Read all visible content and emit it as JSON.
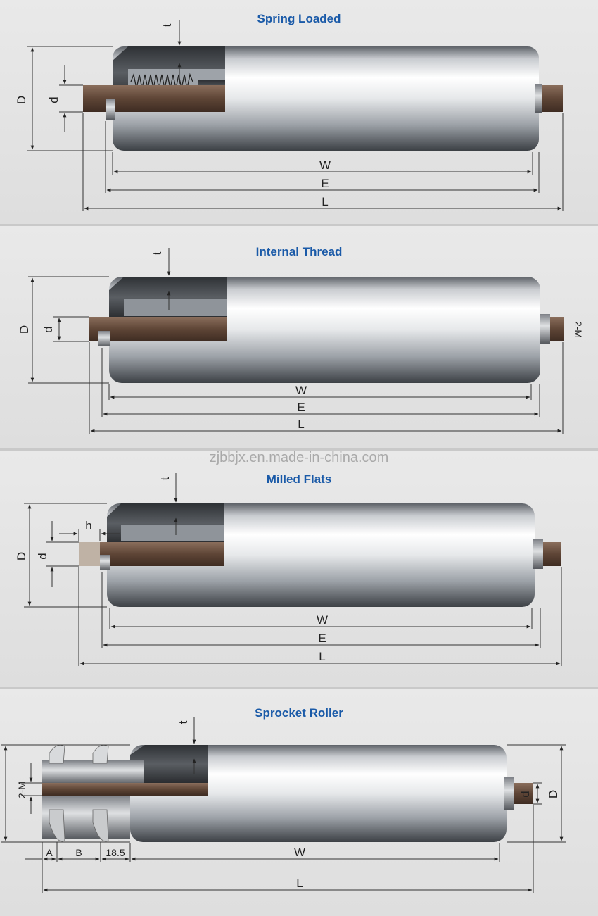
{
  "panels": [
    {
      "title": "Spring Loaded",
      "labels": {
        "t": "t",
        "D": "D",
        "d": "d",
        "W": "W",
        "E": "E",
        "L": "L"
      }
    },
    {
      "title": "Internal Thread",
      "labels": {
        "t": "t",
        "D": "D",
        "d": "d",
        "W": "W",
        "E": "E",
        "L": "L",
        "M": "2-M"
      }
    },
    {
      "title": "Milled Flats",
      "labels": {
        "t": "t",
        "D": "D",
        "d": "d",
        "h": "h",
        "W": "W",
        "E": "E",
        "L": "L"
      }
    },
    {
      "title": "Sprocket Roller",
      "labels": {
        "t": "t",
        "M": "2-M",
        "d": "d",
        "D": "D",
        "A": "A",
        "B": "B",
        "offset": "18.5",
        "W": "W",
        "L": "L"
      }
    }
  ],
  "watermark": "zjbbjx.en.made-in-china.com",
  "colors": {
    "title": "#1a5aa8",
    "shaft": "#6b5040",
    "line": "#333333"
  }
}
